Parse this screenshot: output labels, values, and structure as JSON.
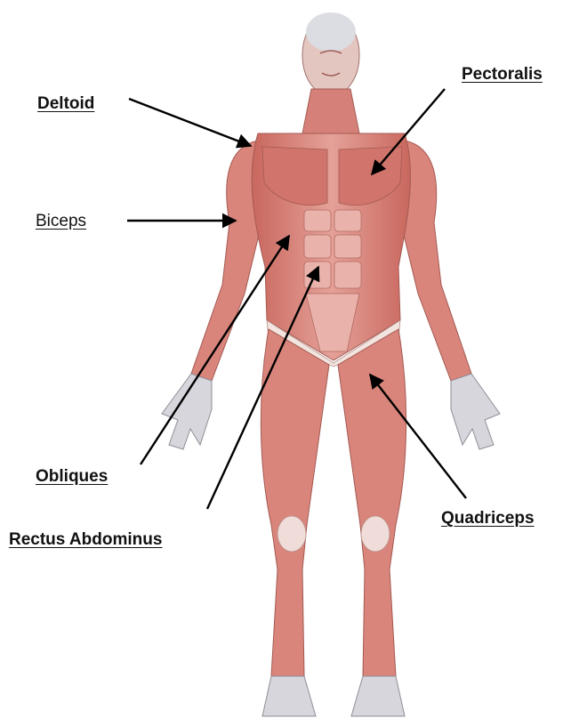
{
  "labels": {
    "deltoid": "Deltoid",
    "pectoralis": "Pectoralis",
    "biceps": "Biceps",
    "obliques": "Obliques",
    "rectus_abdominus": "Rectus Abdominus",
    "quadriceps": "Quadriceps"
  },
  "colors": {
    "muscle": "#dc8a82",
    "muscle_dark": "#b8584f",
    "tendon": "#f2e4df",
    "head": "#e9dcd8",
    "hands": "#d7d6dc",
    "line": "#000000"
  },
  "icons": [
    "muscular-body-illustration",
    "arrow-icon"
  ]
}
